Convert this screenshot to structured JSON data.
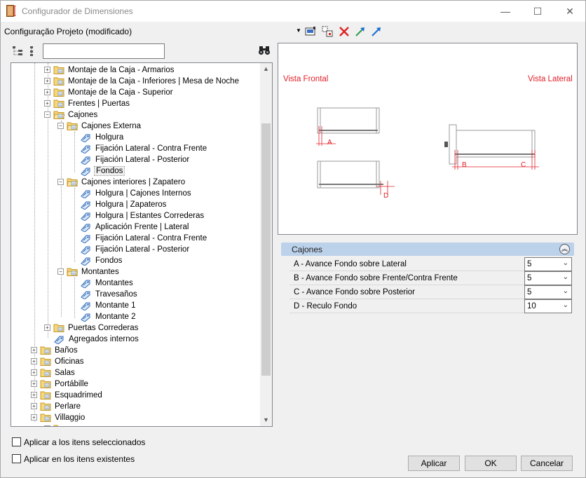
{
  "window": {
    "title": "Configurador de Dimensiones",
    "minimize": "—",
    "maximize": "☐",
    "close": "✕"
  },
  "toolbar": {
    "project_label": "Configuração Projeto (modificado)",
    "dropdown_arrow": "▼"
  },
  "search": {
    "value": ""
  },
  "tree": [
    {
      "label": "Montaje de la Caja - Armarios",
      "type": "folder",
      "expander": "+"
    },
    {
      "label": "Montaje de la Caja - Inferiores | Mesa de Noche",
      "type": "folder",
      "expander": "+"
    },
    {
      "label": "Montaje de la Caja - Superior",
      "type": "folder",
      "expander": "+"
    },
    {
      "label": "Frentes | Puertas",
      "type": "folder",
      "expander": "+"
    },
    {
      "label": "Cajones",
      "type": "folder-open",
      "expander": "−"
    },
    {
      "label": "Cajones Externa",
      "type": "folder-open",
      "expander": "−"
    },
    {
      "label": "Holgura",
      "type": "tag"
    },
    {
      "label": "Fijación Lateral - Contra Frente",
      "type": "tag"
    },
    {
      "label": "Fijación Lateral - Posterior",
      "type": "tag"
    },
    {
      "label": "Fondos",
      "type": "tag",
      "selected": true
    },
    {
      "label": "Cajones interiores | Zapatero",
      "type": "folder-open",
      "expander": "−"
    },
    {
      "label": "Holgura | Cajones Internos",
      "type": "tag"
    },
    {
      "label": "Holgura | Zapateros",
      "type": "tag"
    },
    {
      "label": "Holgura | Estantes Correderas",
      "type": "tag"
    },
    {
      "label": "Aplicación Frente | Lateral",
      "type": "tag"
    },
    {
      "label": "Fijación Lateral - Contra Frente",
      "type": "tag"
    },
    {
      "label": "Fijación Lateral - Posterior",
      "type": "tag"
    },
    {
      "label": "Fondos",
      "type": "tag"
    },
    {
      "label": "Montantes",
      "type": "folder-open",
      "expander": "−"
    },
    {
      "label": "Montantes",
      "type": "tag"
    },
    {
      "label": "Travesaños",
      "type": "tag"
    },
    {
      "label": "Montante 1",
      "type": "tag"
    },
    {
      "label": "Montante 2",
      "type": "tag"
    },
    {
      "label": "Puertas Correderas",
      "type": "folder",
      "expander": "+"
    },
    {
      "label": "Agregados internos",
      "type": "tag"
    },
    {
      "label": "Baños",
      "type": "folder",
      "expander": "+"
    },
    {
      "label": "Oficinas",
      "type": "folder",
      "expander": "+"
    },
    {
      "label": "Salas",
      "type": "folder",
      "expander": "+"
    },
    {
      "label": "Portábille",
      "type": "folder",
      "expander": "+"
    },
    {
      "label": "Esquadrimed",
      "type": "folder",
      "expander": "+"
    },
    {
      "label": "Perlare",
      "type": "folder",
      "expander": "+"
    },
    {
      "label": "Villaggio",
      "type": "folder",
      "expander": "+"
    }
  ],
  "preview": {
    "front_label": "Vista Frontal",
    "side_label": "Vista Lateral",
    "marks": [
      "A",
      "B",
      "C",
      "D"
    ]
  },
  "section": {
    "title": "Cajones",
    "collapse_icon": "︽"
  },
  "properties": [
    {
      "name": "A - Avance Fondo sobre Lateral",
      "value": "5"
    },
    {
      "name": "B - Avance Fondo sobre Frente/Contra Frente",
      "value": "5"
    },
    {
      "name": "C - Avance Fondo sobre Posterior",
      "value": "5"
    },
    {
      "name": "D - Reculo Fondo",
      "value": "10"
    }
  ],
  "options": {
    "apply_selected": "Aplicar a los itens seleccionados",
    "apply_existing": "Aplicar en los itens existentes"
  },
  "buttons": {
    "apply": "Aplicar",
    "ok": "OK",
    "cancel": "Cancelar"
  },
  "colors": {
    "accent_red": "#e0202a",
    "section_bg": "#bcd1ea"
  }
}
